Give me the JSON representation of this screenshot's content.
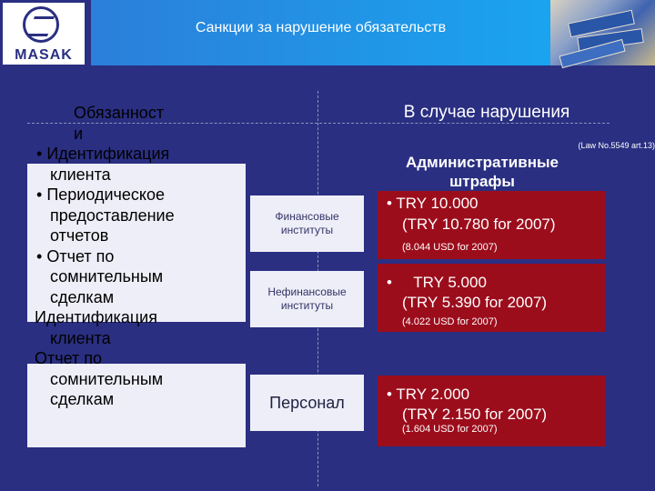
{
  "header": {
    "logo_text": "MASAK",
    "title": "Санкции за нарушение обязательств"
  },
  "left": {
    "heading_line1": "Обязанност",
    "heading_line2": "и",
    "bullet": "•",
    "item1_line1": "Идентификация",
    "item1_line2": "клиента",
    "item2_line1": "Периодическое",
    "item2_line2": "предоставление",
    "item2_line3": "отчетов",
    "item3_line1": "Отчет по",
    "item3_line2": "сомнительным",
    "item3_line3": "сделкам",
    "p1_line1": "Идентификация",
    "p1_line2": "клиента",
    "p2_line1": "Отчет по",
    "p2_line2": "сомнительным",
    "p2_line3": "сделкам"
  },
  "middle": {
    "fin_line1": "Финансовые",
    "fin_line2": "институты",
    "nonfin_line1": "Нефинансовые",
    "nonfin_line2": "институты",
    "personnel": "Персонал"
  },
  "right": {
    "heading": "В случае нарушения",
    "law_ref": "(Law No.5549 art.13)",
    "fines_line1": "Административные",
    "fines_line2": "штрафы",
    "fine1_main": "• TRY 10.000",
    "fine1_sub": "(TRY 10.780 for 2007)",
    "fine1_usd": "(8.044 USD for 2007)",
    "fine2_main": "•     TRY 5.000",
    "fine2_sub": "(TRY 5.390 for 2007)",
    "fine2_usd": "(4.022 USD for 2007)",
    "fine3_main": "• TRY 2.000",
    "fine3_sub": "(TRY 2.150 for 2007)",
    "fine3_usd": "(1.604 USD for 2007)"
  },
  "colors": {
    "background": "#2a2f82",
    "title_bar": "#1aa4f0",
    "fine_box": "#9c0d1c",
    "light_box": "#eeeef8"
  }
}
